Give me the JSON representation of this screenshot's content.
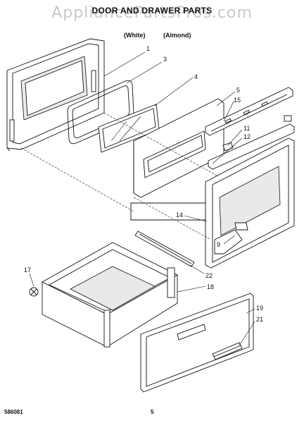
{
  "header": {
    "title": "DOOR AND DRAWER PARTS",
    "watermark": "AppliancePartsPros.com",
    "subtitle_left": "(White)",
    "subtitle_right": "(Almond)"
  },
  "callouts": [
    {
      "id": "1",
      "label": "1"
    },
    {
      "id": "3",
      "label": "3"
    },
    {
      "id": "4",
      "label": "4"
    },
    {
      "id": "5",
      "label": "5"
    },
    {
      "id": "15",
      "label": "15"
    },
    {
      "id": "11",
      "label": "11"
    },
    {
      "id": "12",
      "label": "12"
    },
    {
      "id": "14",
      "label": "14"
    },
    {
      "id": "9",
      "label": "9"
    },
    {
      "id": "22",
      "label": "22"
    },
    {
      "id": "17",
      "label": "17"
    },
    {
      "id": "18",
      "label": "18"
    },
    {
      "id": "19",
      "label": "19"
    },
    {
      "id": "21",
      "label": "21"
    }
  ],
  "footer": {
    "code": "586081",
    "page": "5"
  }
}
